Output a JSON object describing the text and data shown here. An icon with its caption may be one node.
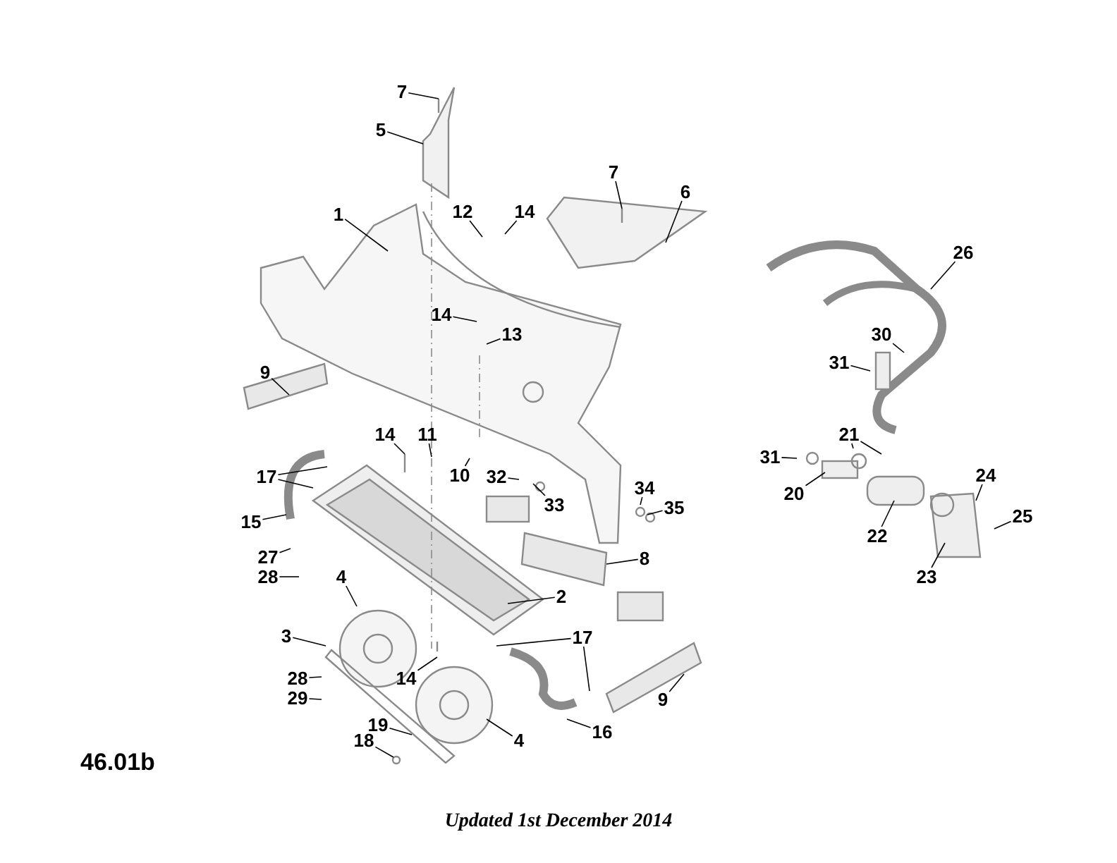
{
  "diagram": {
    "nodes": [
      {
        "text": [
          "7"
        ]
      },
      {
        "text": [
          "5"
        ]
      },
      {
        "text": [
          "7"
        ]
      },
      {
        "text": [
          "6"
        ]
      },
      {
        "text": [
          "1"
        ]
      },
      {
        "text": [
          "12"
        ]
      },
      {
        "text": [
          "14"
        ]
      },
      {
        "text": [
          "14"
        ]
      },
      {
        "text": [
          "13"
        ]
      },
      {
        "text": [
          "9"
        ]
      },
      {
        "text": [
          "14"
        ]
      },
      {
        "text": [
          "11"
        ]
      },
      {
        "text": [
          "10"
        ]
      },
      {
        "text": [
          "17"
        ]
      },
      {
        "text": [
          "15"
        ]
      },
      {
        "text": [
          "32"
        ]
      },
      {
        "text": [
          "33"
        ]
      },
      {
        "text": [
          "34"
        ]
      },
      {
        "text": [
          "35"
        ]
      },
      {
        "text": [
          "8"
        ]
      },
      {
        "text": [
          "27"
        ]
      },
      {
        "text": [
          "28"
        ]
      },
      {
        "text": [
          "4"
        ]
      },
      {
        "text": [
          "2"
        ]
      },
      {
        "text": [
          "3"
        ]
      },
      {
        "text": [
          "17"
        ]
      },
      {
        "text": [
          "28"
        ]
      },
      {
        "text": [
          "29"
        ]
      },
      {
        "text": [
          "14"
        ]
      },
      {
        "text": [
          "19"
        ]
      },
      {
        "text": [
          "18"
        ]
      },
      {
        "text": [
          "4"
        ]
      },
      {
        "text": [
          "16"
        ]
      },
      {
        "text": [
          "9"
        ]
      },
      {
        "text": [
          "26"
        ]
      },
      {
        "text": [
          "30"
        ]
      },
      {
        "text": [
          "31"
        ]
      },
      {
        "text": [
          "21"
        ]
      },
      {
        "text": [
          "31"
        ]
      },
      {
        "text": [
          "20"
        ]
      },
      {
        "text": [
          "22"
        ]
      },
      {
        "text": [
          "24"
        ]
      },
      {
        "text": [
          "25"
        ]
      },
      {
        "text": [
          "23"
        ]
      }
    ],
    "edges": [
      {
        "from": 0,
        "to": null,
        "arrow": "none"
      },
      {
        "from": 1,
        "to": null,
        "arrow": "none"
      },
      {
        "from": 2,
        "to": null,
        "arrow": "none"
      },
      {
        "from": 3,
        "to": null,
        "arrow": "none"
      },
      {
        "from": 4,
        "to": null,
        "arrow": "none"
      },
      {
        "from": 5,
        "to": null,
        "arrow": "none"
      },
      {
        "from": 6,
        "to": null,
        "arrow": "none"
      },
      {
        "from": 7,
        "to": null,
        "arrow": "none"
      },
      {
        "from": 8,
        "to": null,
        "arrow": "none"
      },
      {
        "from": 9,
        "to": null,
        "arrow": "none"
      },
      {
        "from": 10,
        "to": null,
        "arrow": "none"
      },
      {
        "from": 11,
        "to": null,
        "arrow": "none"
      },
      {
        "from": 12,
        "to": null,
        "arrow": "none"
      },
      {
        "from": 13,
        "to": null,
        "arrow": "none"
      },
      {
        "from": 13,
        "to": null,
        "arrow": "none"
      },
      {
        "from": 14,
        "to": null,
        "arrow": "none"
      },
      {
        "from": 15,
        "to": null,
        "arrow": "none"
      },
      {
        "from": 16,
        "to": null,
        "arrow": "none"
      },
      {
        "from": 17,
        "to": null,
        "arrow": "none"
      },
      {
        "from": 18,
        "to": null,
        "arrow": "none"
      },
      {
        "from": 19,
        "to": null,
        "arrow": "none"
      },
      {
        "from": 20,
        "to": null,
        "arrow": "none"
      },
      {
        "from": 21,
        "to": null,
        "arrow": "none"
      },
      {
        "from": 22,
        "to": null,
        "arrow": "none"
      },
      {
        "from": 23,
        "to": null,
        "arrow": "none"
      },
      {
        "from": 24,
        "to": null,
        "arrow": "none"
      },
      {
        "from": 25,
        "to": null,
        "arrow": "none"
      },
      {
        "from": 25,
        "to": null,
        "arrow": "none"
      },
      {
        "from": 26,
        "to": null,
        "arrow": "none"
      },
      {
        "from": 27,
        "to": null,
        "arrow": "none"
      },
      {
        "from": 28,
        "to": null,
        "arrow": "none"
      },
      {
        "from": 29,
        "to": null,
        "arrow": "none"
      },
      {
        "from": 30,
        "to": null,
        "arrow": "none"
      },
      {
        "from": 31,
        "to": null,
        "arrow": "none"
      },
      {
        "from": 32,
        "to": null,
        "arrow": "none"
      },
      {
        "from": 33,
        "to": null,
        "arrow": "none"
      },
      {
        "from": 34,
        "to": null,
        "arrow": "none"
      },
      {
        "from": 35,
        "to": null,
        "arrow": "none"
      },
      {
        "from": 36,
        "to": null,
        "arrow": "none"
      },
      {
        "from": 37,
        "to": null,
        "arrow": "none"
      },
      {
        "from": 37,
        "to": null,
        "arrow": "none"
      },
      {
        "from": 38,
        "to": null,
        "arrow": "none"
      },
      {
        "from": 39,
        "to": null,
        "arrow": "none"
      },
      {
        "from": 40,
        "to": null,
        "arrow": "none"
      },
      {
        "from": 41,
        "to": null,
        "arrow": "none"
      },
      {
        "from": 42,
        "to": null,
        "arrow": "none"
      },
      {
        "from": 43,
        "to": null,
        "arrow": "none"
      }
    ],
    "labels": [
      "46.01b",
      "Updated 1st December 2014"
    ]
  }
}
